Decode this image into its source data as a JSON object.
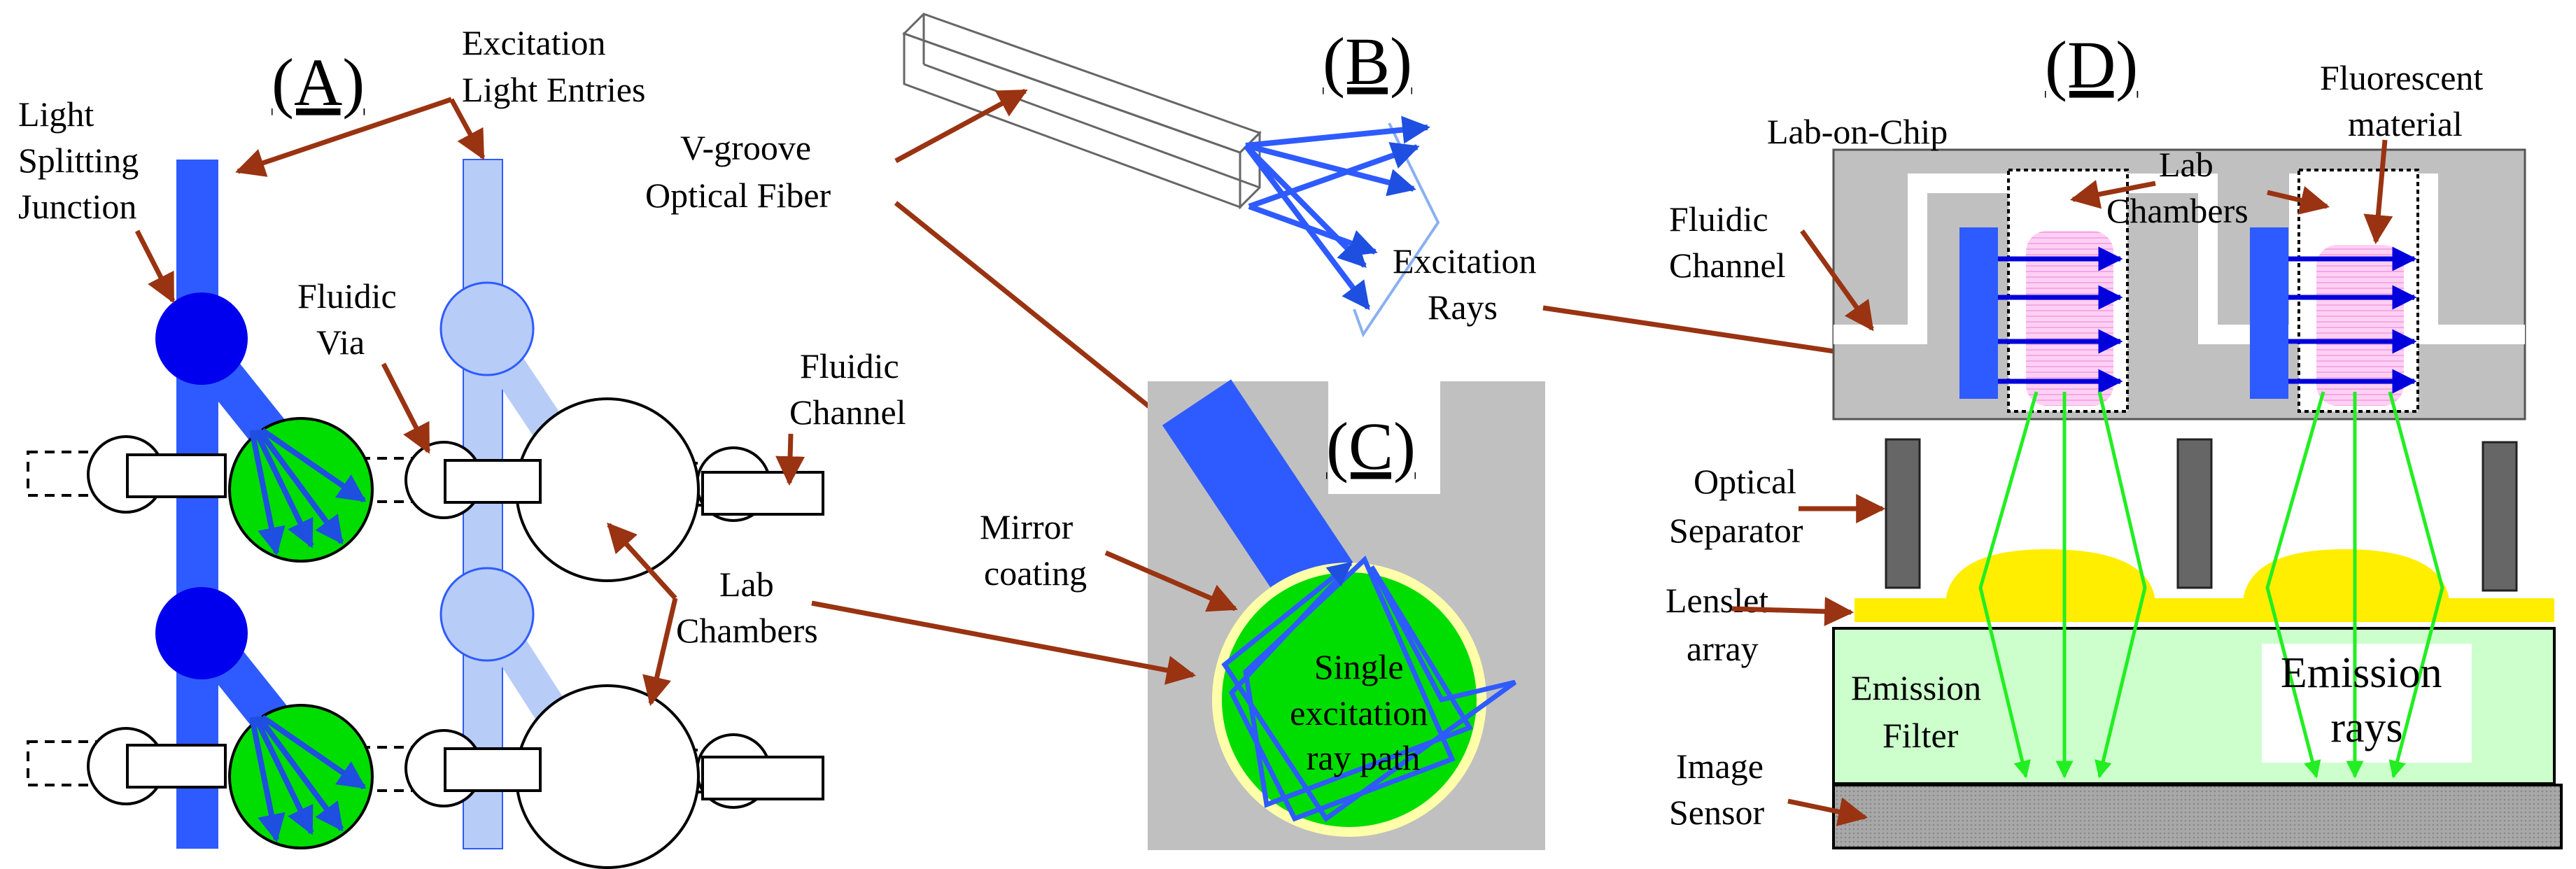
{
  "panels": {
    "a": "(A)",
    "b": "(B)",
    "c": "(C)",
    "d": "(D)"
  },
  "labels_a": {
    "excitation_entries": [
      "Excitation",
      "Light Entries"
    ],
    "splitting": [
      "Light",
      "Splitting",
      "Junction"
    ],
    "fluidic_via": [
      "Fluidic",
      "Via"
    ],
    "fluidic_channel": [
      "Fluidic",
      "Channel"
    ],
    "lab_chambers": [
      "Lab",
      "Chambers"
    ]
  },
  "labels_b": {
    "vgroove": [
      "V-groove",
      "Optical Fiber"
    ],
    "excitation_rays": [
      "Excitation",
      "Rays"
    ]
  },
  "labels_c": {
    "mirror": [
      "Mirror",
      "coating"
    ],
    "single_path": [
      "Single",
      "excitation",
      "ray path"
    ]
  },
  "labels_d": {
    "lab_on_chip": "Lab-on-Chip",
    "fluidic_channel": [
      "Fluidic",
      "Channel"
    ],
    "lab_chambers": [
      "Lab",
      "Chambers"
    ],
    "fluorescent": [
      "Fluorescent",
      "material"
    ],
    "optical_separator": [
      "Optical",
      "Separator"
    ],
    "lenslet": [
      "Lenslet",
      "array"
    ],
    "emission_filter": [
      "Emission",
      "Filter"
    ],
    "emission_rays": [
      "Emission",
      "rays"
    ],
    "image_sensor": [
      "Image",
      "Sensor"
    ]
  },
  "colors": {
    "waveguide": "#2e5bff",
    "waveguide_light": "#b7ccf7",
    "junction": "#0000ee",
    "chamber_active": "#00dd00",
    "ray": "#1f4fe0",
    "arrow": "#993311",
    "emission": "#22ee22",
    "chip_gray": "#c0c0c0",
    "lenslet": "#ffee00",
    "filter": "#ccffcc",
    "fluorescent": "#ffc8f0"
  }
}
